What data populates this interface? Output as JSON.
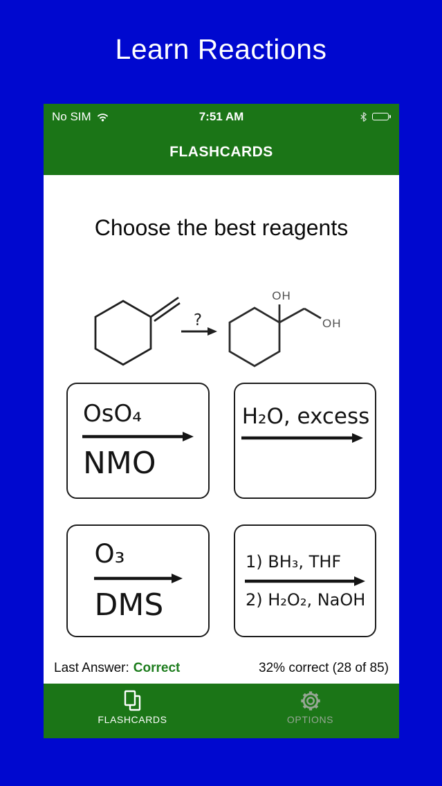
{
  "app_title": "Learn Reactions",
  "status_bar": {
    "carrier": "No SIM",
    "time": "7:51 AM",
    "icons": [
      "wifi-icon",
      "bluetooth-icon",
      "battery-icon"
    ]
  },
  "header": {
    "title": "FLASHCARDS"
  },
  "question": {
    "prompt": "Choose the best reagents",
    "unknown_mark": "?",
    "product_labels": {
      "oh_top": "OH",
      "oh_right": "OH"
    }
  },
  "answers": [
    {
      "line1": "OsO₄",
      "line2": "NMO"
    },
    {
      "line1": "H₂O, excess",
      "line2": ""
    },
    {
      "line1": "O₃",
      "line2": "DMS"
    },
    {
      "line1": "1) BH₃, THF",
      "line2": "2) H₂O₂, NaOH"
    }
  ],
  "footer": {
    "last_answer_label": "Last Answer:",
    "last_answer_value": "Correct",
    "score_text": "32% correct (28 of 85)"
  },
  "tab_bar": {
    "tabs": [
      {
        "label": "FLASHCARDS",
        "icon": "flashcards-icon",
        "active": true
      },
      {
        "label": "OPTIONS",
        "icon": "gear-icon",
        "active": false
      }
    ]
  },
  "colors": {
    "background_blue": "#0008CF",
    "bar_green": "#1B7517",
    "correct_green": "#1E7D1E",
    "inactive_tab": "#97A795",
    "ink": "#1A1A1A",
    "label_gray": "#4F4F4F"
  }
}
